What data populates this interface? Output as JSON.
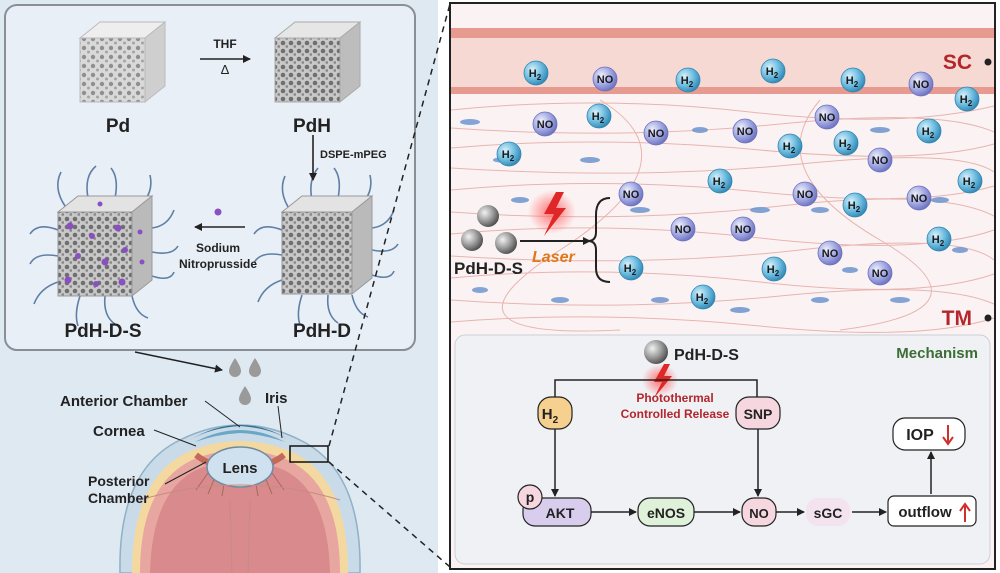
{
  "synthesis": {
    "pd": "Pd",
    "pdh": "PdH",
    "pdhd": "PdH-D",
    "pdhds": "PdH-D-S",
    "thf": "THF",
    "heat": "Δ",
    "dspe": "DSPE-mPEG",
    "sodium": "Sodium",
    "nitroprusside": "Nitroprusside"
  },
  "eye": {
    "anterior_chamber": "Anterior Chamber",
    "iris": "Iris",
    "cornea": "Cornea",
    "lens": "Lens",
    "posterior_line1": "Posterior",
    "posterior_line2": "Chamber"
  },
  "tissue": {
    "sc": "SC",
    "tm": "TM",
    "np_label": "PdH-D-S",
    "laser": "Laser",
    "h2": "H",
    "sub2": "2",
    "no": "NO"
  },
  "mechanism": {
    "title": "Mechanism",
    "np_label": "PdH-D-S",
    "photothermal": "Photothermal",
    "controlled_release": "Controlled Release",
    "h2": "H",
    "sub2": "2",
    "snp": "SNP",
    "p": "p",
    "akt": "AKT",
    "enos": "eNOS",
    "no": "NO",
    "sgc": "sGC",
    "outflow": "outflow",
    "iop": "IOP"
  },
  "colors": {
    "h2_fill": "#5ab0d4",
    "no_fill": "#8c93d6",
    "sc_red": "#b3262b",
    "mechanism_green": "#3b6e35",
    "laser_orange": "#e0781b",
    "arrow_red": "#d0302c"
  }
}
